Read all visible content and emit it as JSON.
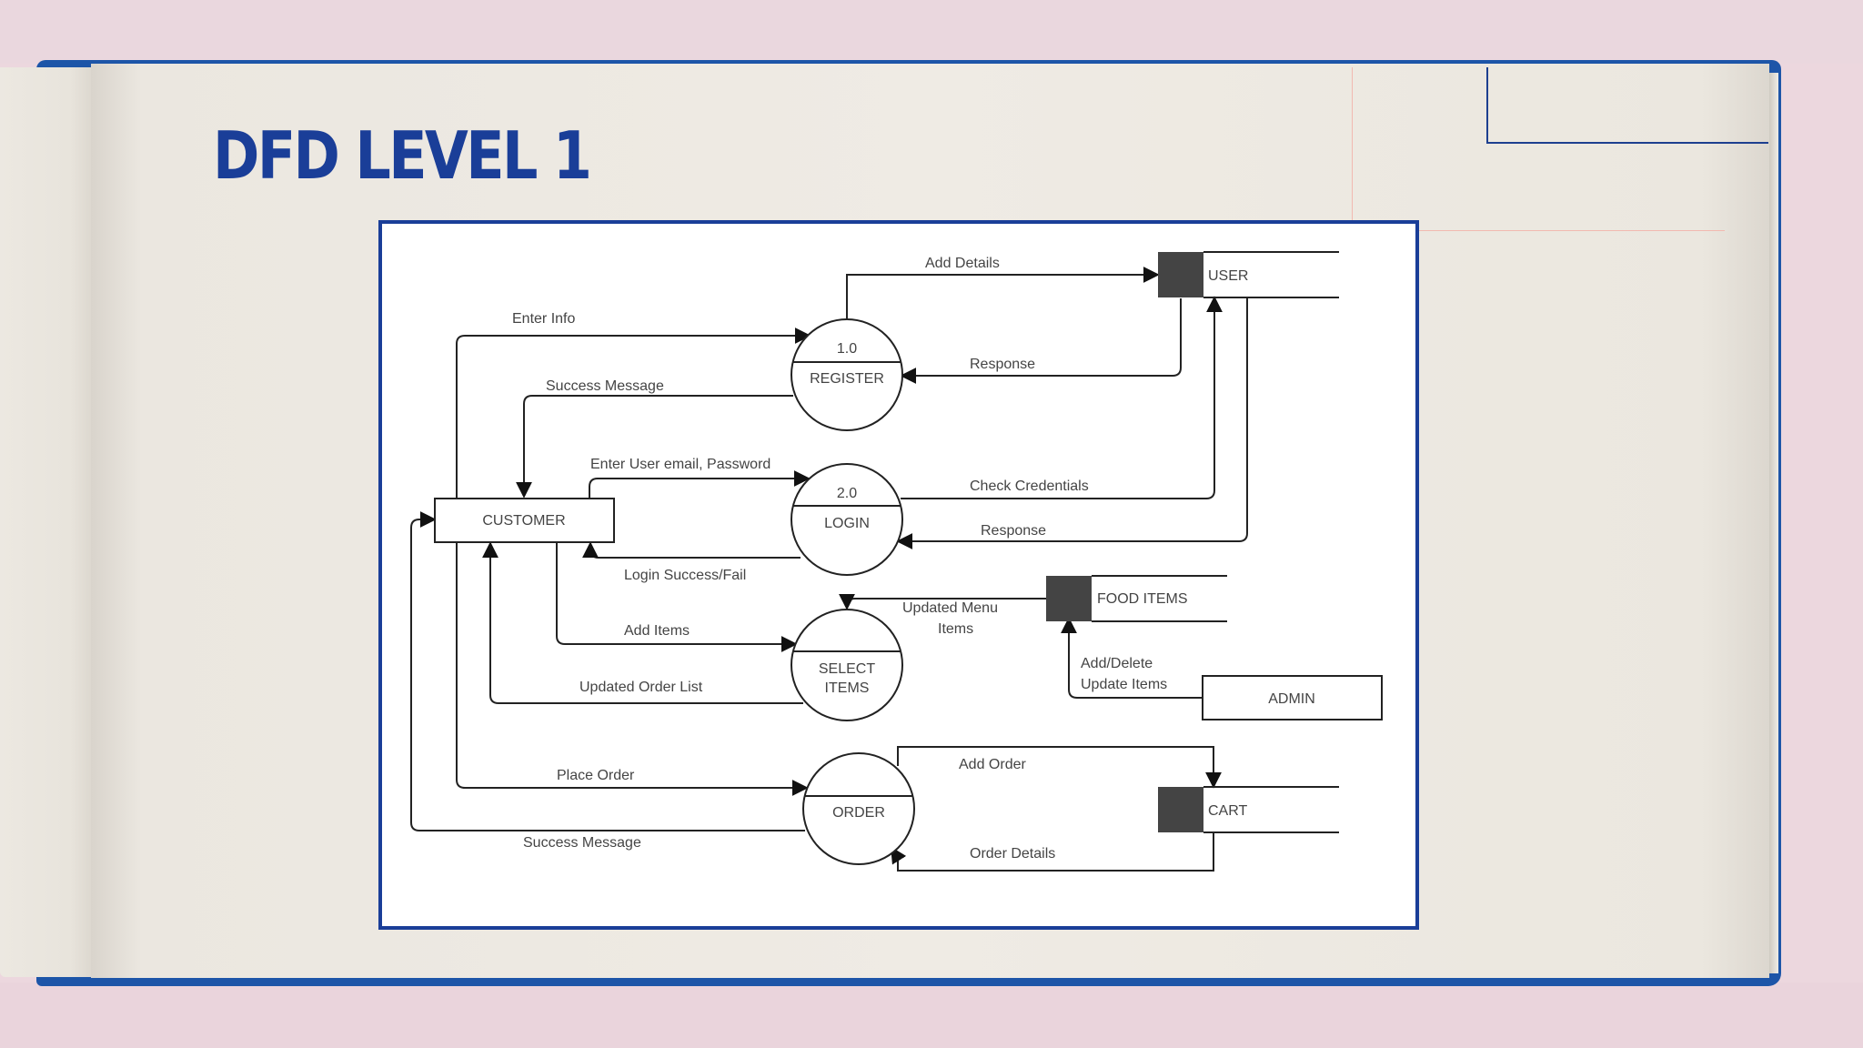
{
  "title": "DFD LEVEL 1",
  "processes": [
    {
      "id": "register",
      "number": "1.0",
      "name": "REGISTER"
    },
    {
      "id": "login",
      "number": "2.0",
      "name": "LOGIN"
    },
    {
      "id": "select",
      "name_line1": "SELECT",
      "name_line2": "ITEMS"
    },
    {
      "id": "order",
      "name": "ORDER"
    }
  ],
  "entities": {
    "customer": "CUSTOMER",
    "admin": "ADMIN"
  },
  "stores": {
    "user": "USER",
    "food_items": "FOOD ITEMS",
    "cart": "CART"
  },
  "flows": {
    "add_details": "Add Details",
    "enter_info": "Enter Info",
    "response_register": "Response",
    "success_message_register": "Success Message",
    "enter_credentials": "Enter User email, Password",
    "check_credentials": "Check Credentials",
    "response_login": "Response",
    "login_result": "Login Success/Fail",
    "updated_menu_line1": "Updated Menu",
    "updated_menu_line2": "Items",
    "add_items": "Add Items",
    "add_delete_line1": "Add/Delete",
    "add_delete_line2": "Update Items",
    "updated_order_list": "Updated Order List",
    "add_order": "Add Order",
    "place_order": "Place Order",
    "order_details": "Order Details",
    "success_message_order": "Success Message"
  }
}
